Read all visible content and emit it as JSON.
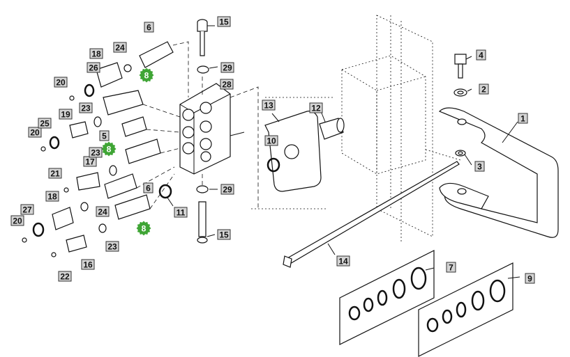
{
  "diagram": {
    "callouts": [
      "1",
      "2",
      "3",
      "4",
      "5",
      "6",
      "6",
      "7",
      "9",
      "10",
      "11",
      "12",
      "13",
      "14",
      "15",
      "15",
      "16",
      "17",
      "18",
      "18",
      "19",
      "20",
      "20",
      "20",
      "21",
      "22",
      "23",
      "23",
      "23",
      "24",
      "24",
      "25",
      "26",
      "27",
      "28",
      "29",
      "29"
    ],
    "badges": [
      "8",
      "8",
      "8"
    ]
  },
  "colors": {
    "badge": "#3fa535",
    "callout_fill": "#d4d4d4",
    "ink": "#111111"
  }
}
